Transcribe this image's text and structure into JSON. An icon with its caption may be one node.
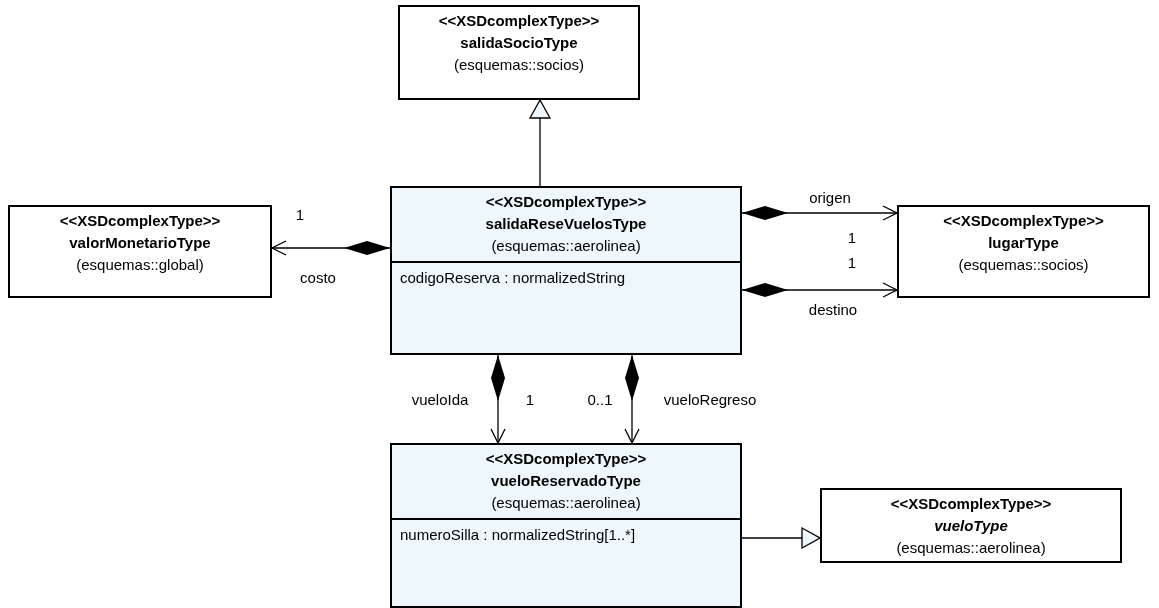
{
  "diagram": {
    "nodes": [
      {
        "text": [
          "<<XSDcomplexType>>",
          "salidaSocioType",
          "(esquemas::socios)"
        ]
      },
      {
        "text": [
          "<<XSDcomplexType>>",
          "valorMonetarioType",
          "(esquemas::global)"
        ]
      },
      {
        "text": [
          "<<XSDcomplexType>>",
          "salidaReseVuelosType",
          "(esquemas::aerolinea)",
          "codigoReserva : normalizedString"
        ]
      },
      {
        "text": [
          "<<XSDcomplexType>>",
          "lugarType",
          "(esquemas::socios)"
        ]
      },
      {
        "text": [
          "<<XSDcomplexType>>",
          "vueloReservadoType",
          "(esquemas::aerolinea)",
          "numeroSilla : normalizedString[1..*]"
        ]
      },
      {
        "text": [
          "<<XSDcomplexType>>",
          "vueloType",
          "(esquemas::aerolinea)"
        ]
      }
    ],
    "edges": [
      {
        "from": 2,
        "to": 0,
        "arrow": "to"
      },
      {
        "from": 2,
        "to": 1,
        "arrow": "to",
        "label": "costo"
      },
      {
        "from": 2,
        "to": 3,
        "arrow": "to",
        "label": "origen"
      },
      {
        "from": 2,
        "to": 3,
        "arrow": "to",
        "label": "destino"
      },
      {
        "from": 2,
        "to": 4,
        "arrow": "to",
        "label": "vueloIda"
      },
      {
        "from": 2,
        "to": 4,
        "arrow": "to",
        "label": "vueloRegreso"
      },
      {
        "from": 4,
        "to": 5,
        "arrow": "to"
      }
    ],
    "labels": [
      "1",
      "1",
      "1",
      "1",
      "0..1"
    ]
  }
}
